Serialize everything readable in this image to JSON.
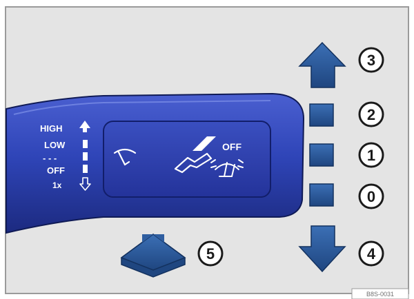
{
  "diagram": {
    "lever": {
      "labels": {
        "high": "HIGH",
        "low": "LOW",
        "interval": "- - -",
        "off": "OFF",
        "single": "1x"
      },
      "off_label": "OFF",
      "icons": [
        "windshield-wiper-icon",
        "rain-sensor-icon",
        "wipe-wash-icon"
      ]
    },
    "positions": [
      {
        "number": "3",
        "kind": "arrow-up"
      },
      {
        "number": "2",
        "kind": "square"
      },
      {
        "number": "1",
        "kind": "square"
      },
      {
        "number": "0",
        "kind": "square"
      },
      {
        "number": "4",
        "kind": "arrow-down"
      },
      {
        "number": "5",
        "kind": "arrow-toward"
      }
    ],
    "ref_code": "B8S-0031",
    "colors": {
      "background": "#e4e4e4",
      "lever_blue": "#2f45b8",
      "lever_dark": "#1c2a80",
      "panel": "#2a3ca5",
      "marker_blue": "#2f5ea0",
      "marker_dark": "#1e3f73",
      "circle_fill": "#ffffff",
      "circle_stroke": "#1a1a1a"
    }
  }
}
